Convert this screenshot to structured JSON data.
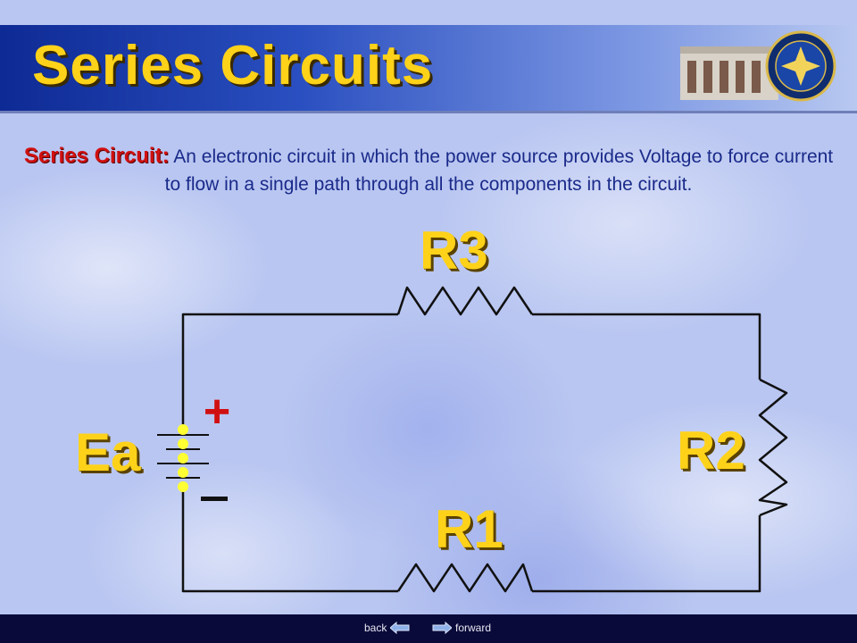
{
  "slide": {
    "title": "Series Circuits",
    "definition_term": "Series Circuit:",
    "definition_text": "An electronic circuit in which the power source provides Voltage to force current to flow in a single path through all the components in the circuit."
  },
  "diagram": {
    "source_label": "Ea",
    "resistor_top": "R3",
    "resistor_right": "R2",
    "resistor_bottom": "R1",
    "plus_sign": "+",
    "minus_sign": "−",
    "wire_color": "#111111",
    "label_color": "#ffd21a",
    "battery_glow_color": "#ffff33"
  },
  "footer": {
    "back_label": "back",
    "forward_label": "forward"
  }
}
